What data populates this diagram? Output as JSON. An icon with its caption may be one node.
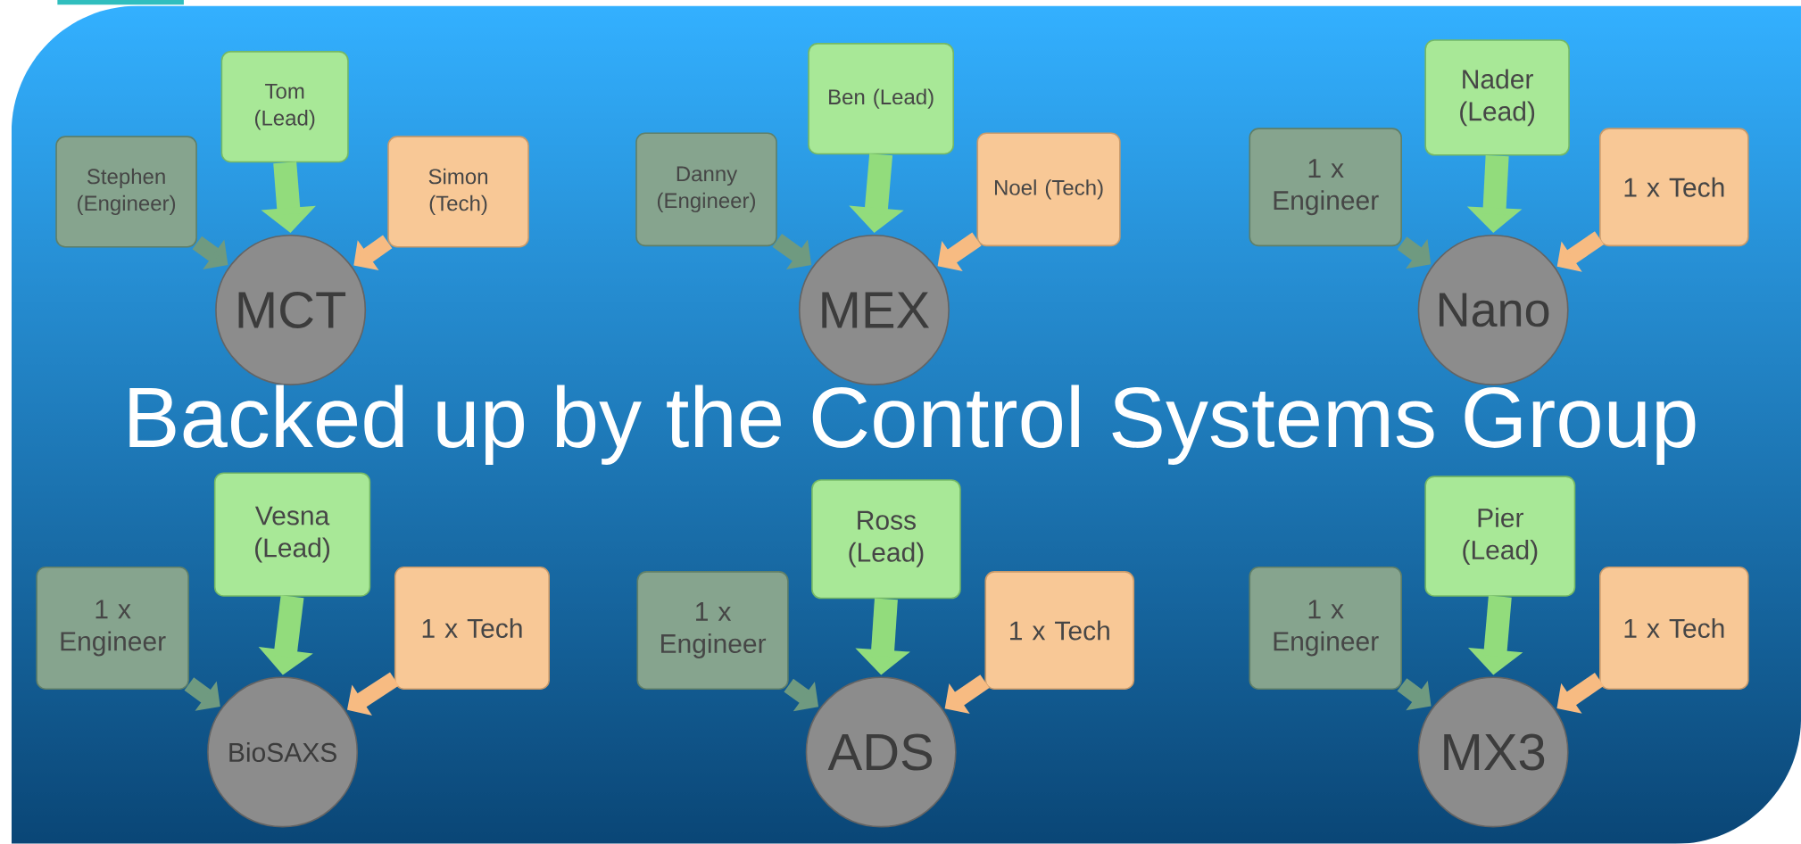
{
  "diagram": {
    "title": "Backed up by the Control Systems Group",
    "nodes": [
      {
        "text": [
          "Tom (Lead)"
        ]
      },
      {
        "text": [
          "Stephen (Engineer)"
        ]
      },
      {
        "text": [
          "Simon (Tech)"
        ]
      },
      {
        "text": [
          "MCT"
        ]
      },
      {
        "text": [
          "Ben (Lead)"
        ]
      },
      {
        "text": [
          "Danny (Engineer)"
        ]
      },
      {
        "text": [
          "Noel (Tech)"
        ]
      },
      {
        "text": [
          "MEX"
        ]
      },
      {
        "text": [
          "Nader (Lead)"
        ]
      },
      {
        "text": [
          "1 x Engineer"
        ]
      },
      {
        "text": [
          "1 x Tech"
        ]
      },
      {
        "text": [
          "Nano"
        ]
      },
      {
        "text": [
          "Vesna (Lead)"
        ]
      },
      {
        "text": [
          "1 x Engineer"
        ]
      },
      {
        "text": [
          "1 x Tech"
        ]
      },
      {
        "text": [
          "BioSAXS"
        ]
      },
      {
        "text": [
          "Ross (Lead)"
        ]
      },
      {
        "text": [
          "1 x Engineer"
        ]
      },
      {
        "text": [
          "1 x Tech"
        ]
      },
      {
        "text": [
          "ADS"
        ]
      },
      {
        "text": [
          "Pier (Lead)"
        ]
      },
      {
        "text": [
          "1 x Engineer"
        ]
      },
      {
        "text": [
          "1 x Tech"
        ]
      },
      {
        "text": [
          "MX3"
        ]
      }
    ],
    "edges": [
      {
        "from": 0,
        "to": 3,
        "arrow": "to",
        "color": "#92dc7c"
      },
      {
        "from": 1,
        "to": 3,
        "arrow": "to",
        "color": "#6f9a80"
      },
      {
        "from": 2,
        "to": 3,
        "arrow": "to",
        "color": "#f7bb82"
      },
      {
        "from": 4,
        "to": 7,
        "arrow": "to",
        "color": "#92dc7c"
      },
      {
        "from": 5,
        "to": 7,
        "arrow": "to",
        "color": "#6f9a80"
      },
      {
        "from": 6,
        "to": 7,
        "arrow": "to",
        "color": "#f7bb82"
      },
      {
        "from": 8,
        "to": 11,
        "arrow": "to",
        "color": "#92dc7c"
      },
      {
        "from": 9,
        "to": 11,
        "arrow": "to",
        "color": "#6f9a80"
      },
      {
        "from": 10,
        "to": 11,
        "arrow": "to",
        "color": "#f7bb82"
      },
      {
        "from": 12,
        "to": 15,
        "arrow": "to",
        "color": "#92dc7c"
      },
      {
        "from": 13,
        "to": 15,
        "arrow": "to",
        "color": "#6f9a80"
      },
      {
        "from": 14,
        "to": 15,
        "arrow": "to",
        "color": "#f7bb82"
      },
      {
        "from": 16,
        "to": 19,
        "arrow": "to",
        "color": "#92dc7c"
      },
      {
        "from": 17,
        "to": 19,
        "arrow": "to",
        "color": "#6f9a80"
      },
      {
        "from": 18,
        "to": 19,
        "arrow": "to",
        "color": "#f7bb82"
      },
      {
        "from": 20,
        "to": 23,
        "arrow": "to",
        "color": "#92dc7c"
      },
      {
        "from": 21,
        "to": 23,
        "arrow": "to",
        "color": "#6f9a80"
      },
      {
        "from": 22,
        "to": 23,
        "arrow": "to",
        "color": "#f7bb82"
      }
    ]
  }
}
